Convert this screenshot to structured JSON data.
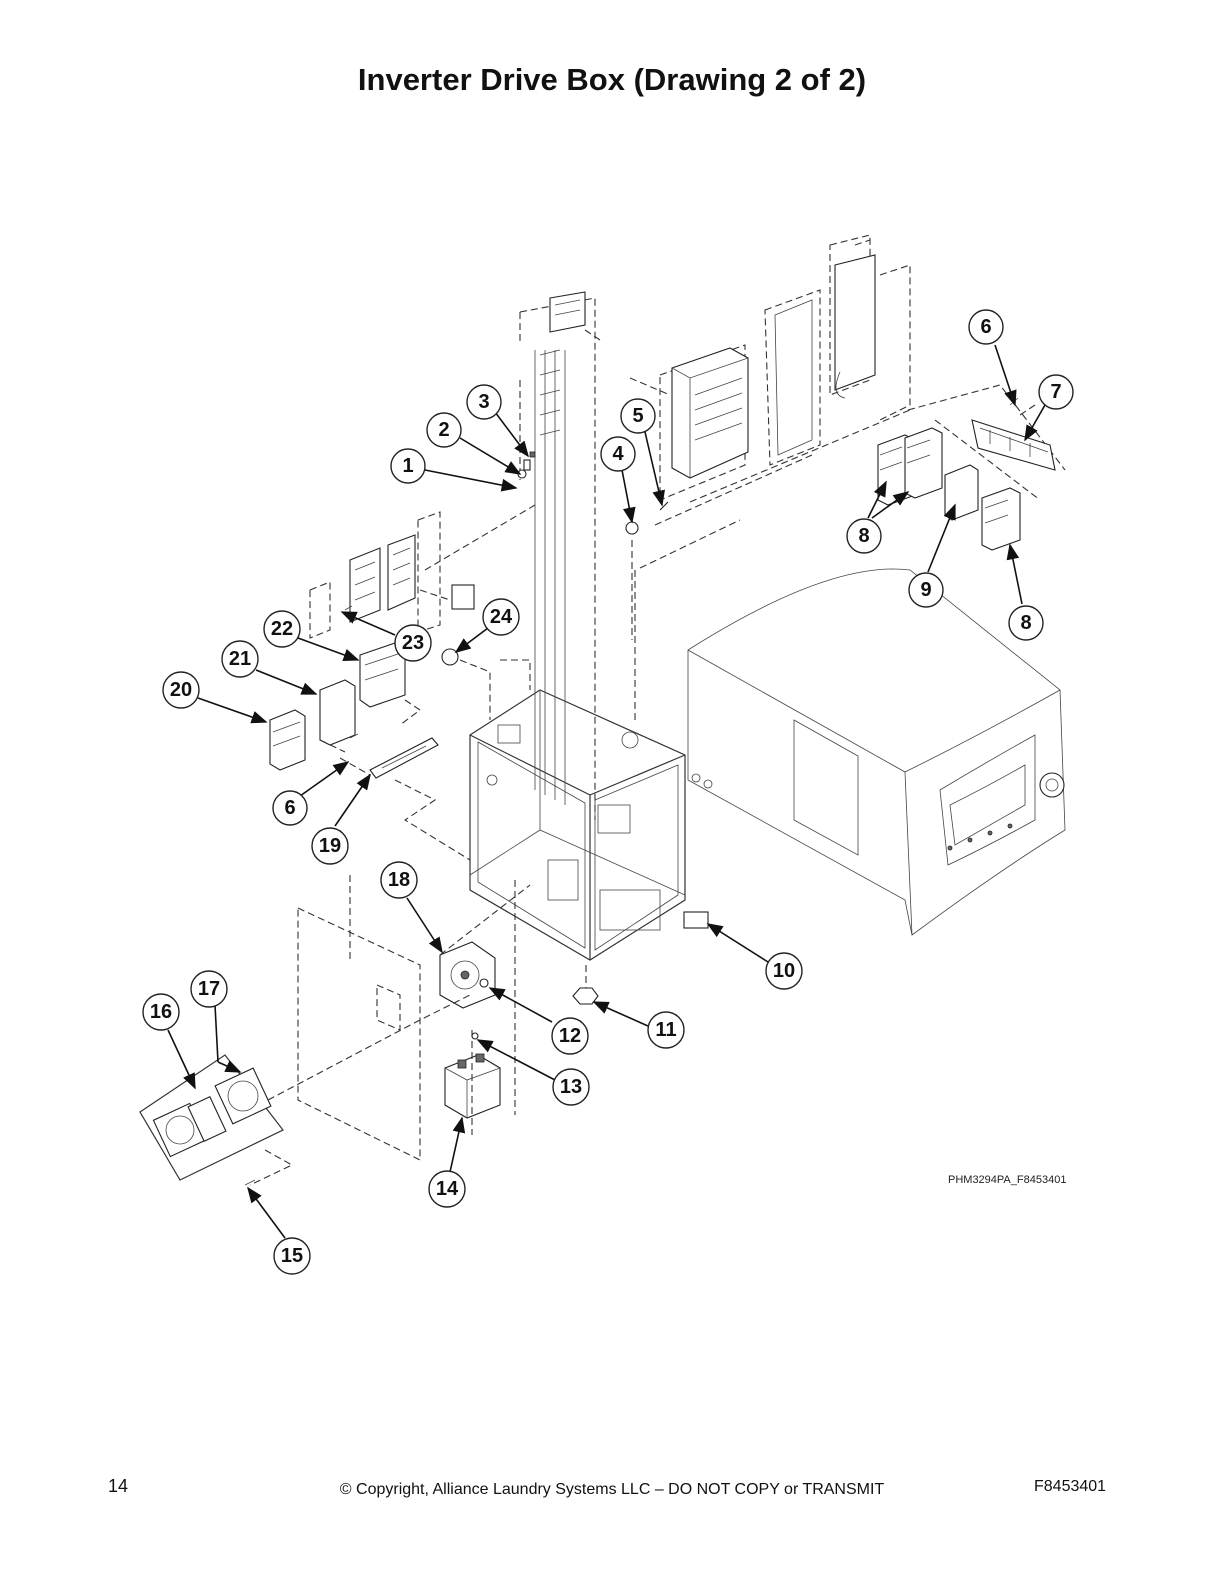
{
  "title": "Inverter Drive Box (Drawing 2 of 2)",
  "drawing_code": "PHM3294PA_F8453401",
  "footer": {
    "page_number": "14",
    "copyright": "© Copyright, Alliance Laundry Systems LLC – DO NOT COPY or TRANSMIT",
    "doc_number": "F8453401"
  },
  "callouts": [
    {
      "label": "1"
    },
    {
      "label": "2"
    },
    {
      "label": "3"
    },
    {
      "label": "4"
    },
    {
      "label": "5"
    },
    {
      "label": "6"
    },
    {
      "label": "7"
    },
    {
      "label": "8"
    },
    {
      "label": "8"
    },
    {
      "label": "9"
    },
    {
      "label": "10"
    },
    {
      "label": "11"
    },
    {
      "label": "12"
    },
    {
      "label": "13"
    },
    {
      "label": "14"
    },
    {
      "label": "15"
    },
    {
      "label": "16"
    },
    {
      "label": "17"
    },
    {
      "label": "18"
    },
    {
      "label": "19"
    },
    {
      "label": "6"
    },
    {
      "label": "20"
    },
    {
      "label": "21"
    },
    {
      "label": "22"
    },
    {
      "label": "23"
    },
    {
      "label": "24"
    }
  ]
}
